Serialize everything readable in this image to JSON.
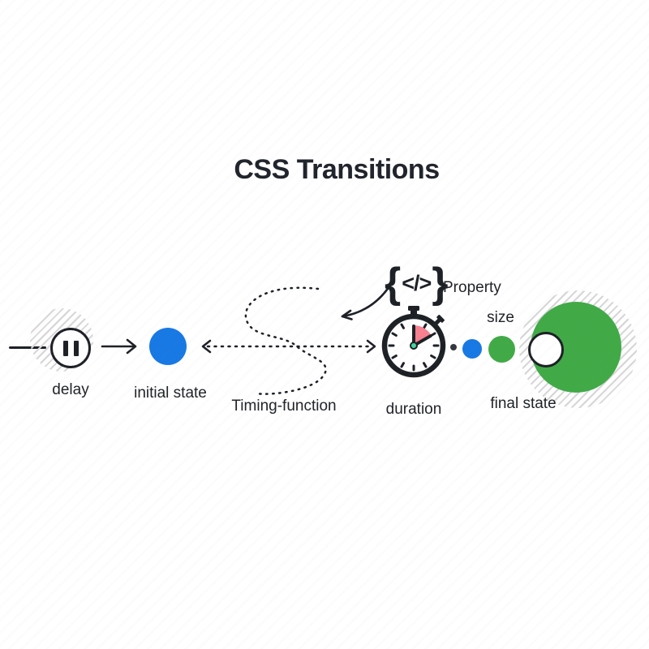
{
  "title": "CSS Transitions",
  "labels": {
    "delay": "delay",
    "initial_state": "initial state",
    "timing_function": "Timing-function",
    "duration": "duration",
    "property": "Property",
    "size": "size",
    "final_state": "final state"
  },
  "code_icon": {
    "open_brace": "{",
    "tag": "</>",
    "close_brace": "}"
  },
  "colors": {
    "ink": "#1d2126",
    "blue": "#1879e4",
    "green": "#41aa47",
    "pink_wedge": "#f8808f",
    "teal_center": "#44d69e",
    "hatch": "#d8d6d9"
  }
}
